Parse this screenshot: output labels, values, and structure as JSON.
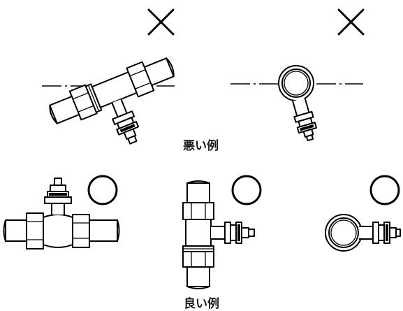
{
  "captions": {
    "bad": "悪い例",
    "good": "良い例"
  },
  "marks": {
    "bad_symbol": "✕",
    "good_symbol": "○"
  },
  "examples": {
    "bad": [
      {
        "mark": "cross-mark-icon",
        "drawing": "tilted-tee-valve"
      },
      {
        "mark": "cross-mark-icon",
        "drawing": "pipe-section-stem-down-tilted"
      }
    ],
    "good": [
      {
        "mark": "circle-mark-icon",
        "drawing": "horizontal-valve-stem-up"
      },
      {
        "mark": "circle-mark-icon",
        "drawing": "vertical-valve-stem-side"
      },
      {
        "mark": "circle-mark-icon",
        "drawing": "pipe-section-stem-side"
      }
    ]
  },
  "colors": {
    "line": "#000000",
    "background": "#ffffff"
  }
}
